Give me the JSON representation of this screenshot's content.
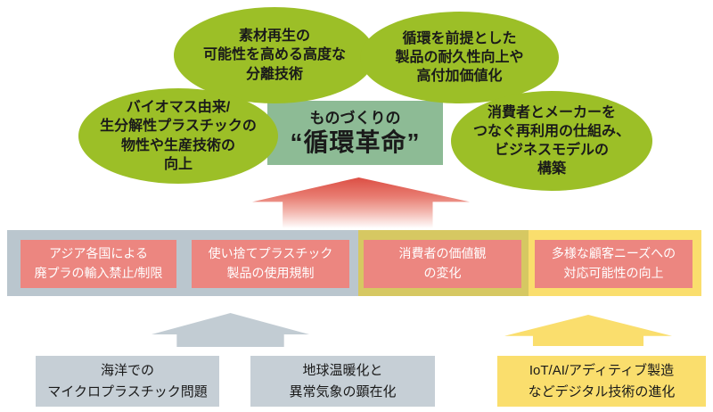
{
  "goal": {
    "line1": "ものづくりの",
    "line2": "“循環革命”"
  },
  "enablers": [
    {
      "label": "素材再生の\n可能性を高める高度な\n分離技術"
    },
    {
      "label": "循環を前提とした\n製品の耐久性向上や\n高付加価値化"
    },
    {
      "label": "バイオマス由来/\n生分解性プラスチックの\n物性や生産技術の\n向上"
    },
    {
      "label": "消費者とメーカーを\nつなぐ再利用の仕組み、\nビジネスモデルの\n構築"
    }
  ],
  "drivers": [
    {
      "label": "アジア各国による\n廃プラの輸入禁止/制限"
    },
    {
      "label": "使い捨てプラスチック\n製品の使用規制"
    },
    {
      "label": "消費者の価値観\nの変化"
    },
    {
      "label": "多様な顧客ニーズへの\n対応可能性の向上"
    }
  ],
  "roots": [
    {
      "label": "海洋での\nマイクロプラスチック問題"
    },
    {
      "label": "地球温暖化と\n異常気象の顕在化"
    },
    {
      "label": "IoT/AI/アディティブ製造\nなどデジタル技術の進化"
    }
  ],
  "colors": {
    "ellipse_green": "#9cbf27",
    "goal_green": "#8dbb95",
    "driver_pink": "#ec8680",
    "band_gray": "#bac6ce",
    "band_khaki": "#d6c862",
    "band_yellow": "#fade6d",
    "root_gray": "#c6cfd6",
    "arrow_red": "#dc4f45",
    "arrow_gray": "#c2ccd3",
    "arrow_yellow": "#fade6d",
    "text_dark": "#1a1a1a",
    "text_white": "#ffffff"
  }
}
